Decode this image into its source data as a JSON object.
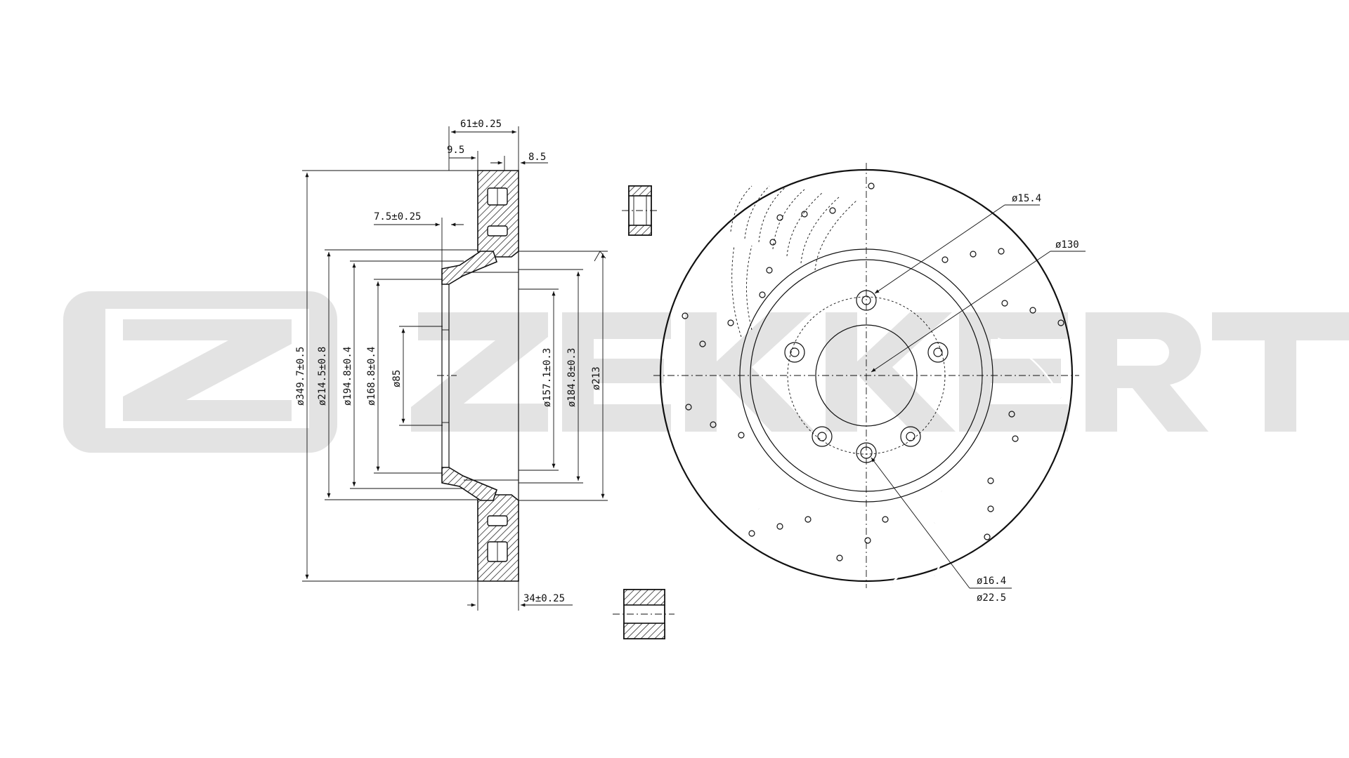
{
  "watermark": {
    "brand": "ZEKKERT",
    "color": "#e3e3e3"
  },
  "side_view": {
    "dims": {
      "overall_width": "61±0.25",
      "flange": "9.5",
      "rim": "8.5",
      "hat_offset": "7.5±0.25",
      "thickness": "34±0.25"
    },
    "diameters": {
      "outer": "ø349.7±0.5",
      "d2145": "ø214.5±0.8",
      "d1948": "ø194.8±0.4",
      "d1688": "ø168.8±0.4",
      "bore": "ø85",
      "d1571": "ø157.1±0.3",
      "d1848": "ø184.8±0.3",
      "d213": "ø213"
    }
  },
  "front_view": {
    "dims": {
      "bolt_hole": "ø15.4",
      "pcd": "ø130",
      "hole_a": "ø16.4",
      "hole_b": "ø22.5"
    }
  },
  "colors": {
    "line": "#111111",
    "background": "#ffffff"
  }
}
